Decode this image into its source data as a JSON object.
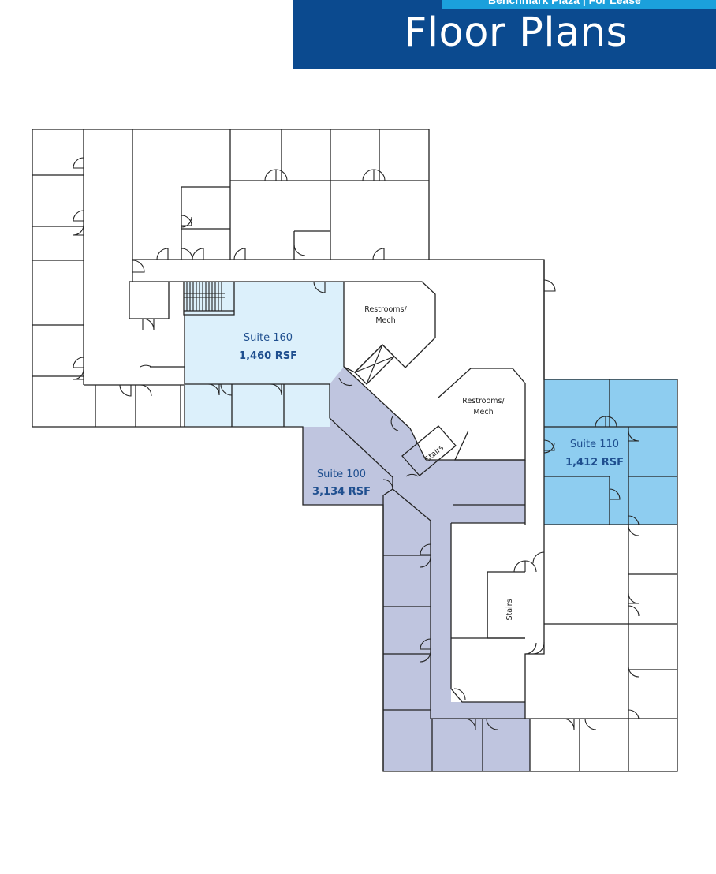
{
  "header": {
    "property_line": "Benchmark Plaza | For Lease",
    "title": "Floor Plans"
  },
  "suites": [
    {
      "name": "Suite 160",
      "area": "1,460 RSF",
      "color": "#dcf0fb"
    },
    {
      "name": "Suite 100",
      "area": "3,134 RSF",
      "color": "#bfc5df"
    },
    {
      "name": "Suite 110",
      "area": "1,412 RSF",
      "color": "#8ecdf0"
    }
  ],
  "labels": {
    "restrooms_1_line1": "Restrooms/",
    "restrooms_1_line2": "Mech",
    "restrooms_2_line1": "Restrooms/",
    "restrooms_2_line2": "Mech",
    "stairs_1": "Stairs",
    "stairs_2": "Stairs"
  }
}
